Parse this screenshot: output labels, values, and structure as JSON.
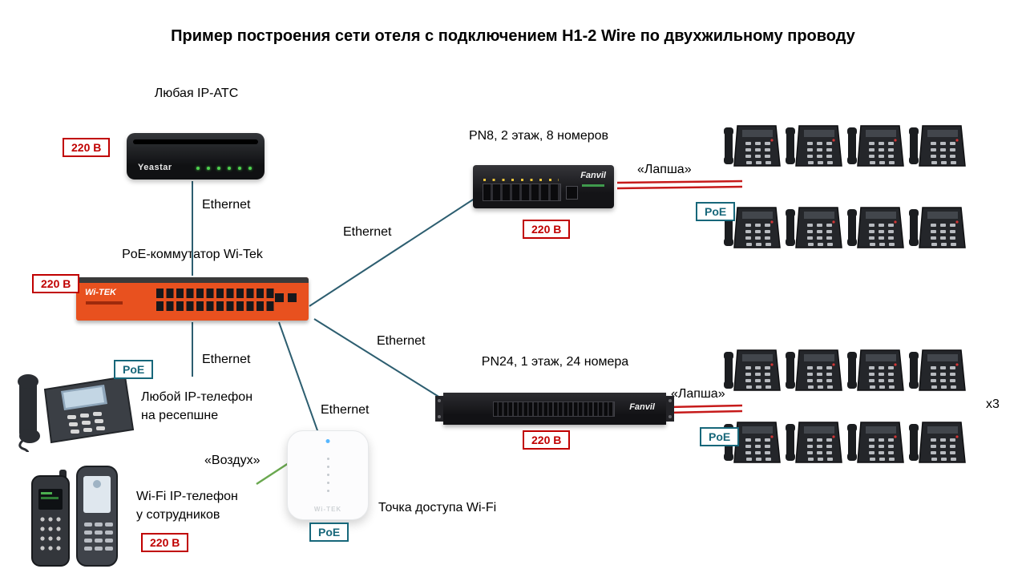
{
  "title": "Пример построения сети отеля с подключением H1-2 Wire по двухжильному проводу",
  "badges": {
    "power": "220 В",
    "poe": "PoE"
  },
  "labels": {
    "ip_pbx": "Любая IP-АТС",
    "ethernet": "Ethernet",
    "poe_switch": "PoE-коммутатор Wi-Tek",
    "reception_phone_1": "Любой IP-телефон",
    "reception_phone_2": "на ресепшне",
    "wifi_phone_1": "Wi-Fi IP-телефон",
    "wifi_phone_2": "у сотрудников",
    "air": "«Воздух»",
    "noodle": "«Лапша»",
    "access_point": "Точка доступа Wi-Fi",
    "pn8": "PN8, 2 этаж, 8 номеров",
    "pn24": "PN24, 1 этаж, 24 номера",
    "multiplier": "x3"
  },
  "devices": {
    "pbx_brand": "Yeastar",
    "wi_tek_brand": "Wi-TEK",
    "fanvil_brand": "Fanvil",
    "ap_brand": "Wi-TEK"
  },
  "phone_groups": [
    {
      "name": "floor-2-phones",
      "count": 8,
      "columns": 4
    },
    {
      "name": "floor-1-phones",
      "count": 8,
      "columns": 4
    }
  ],
  "colors": {
    "line": "#2d5e70",
    "power": "#c00000",
    "poe": "#17677a",
    "air_line": "#6aa84f",
    "noodle_line": "#c61a1a",
    "switch_orange": "#e8511f"
  }
}
